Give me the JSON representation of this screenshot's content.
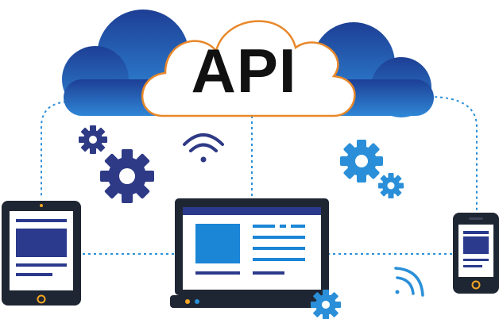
{
  "cloud": {
    "label": "API",
    "colors": {
      "outer": "#1d56a5",
      "outer_light": "#2f7fd1",
      "inner_fill": "#ffffff",
      "inner_stroke": "#e8882a"
    }
  },
  "devices": [
    {
      "kind": "tablet",
      "screen_content": "card-with-lines"
    },
    {
      "kind": "laptop",
      "screen_content": "image-and-text"
    },
    {
      "kind": "smartphone",
      "screen_content": "card-with-lines"
    }
  ],
  "icons": [
    "gear-icon",
    "wifi-icon",
    "wireless-signal-icon"
  ],
  "colors": {
    "device_frame": "#1f2633",
    "navy": "#2b3a8c",
    "blue": "#1b85d6",
    "connector": "#2a8fd8",
    "gear_light": "#2a8fd8",
    "gear_dark": "#2e3a86",
    "led": "#f5a623"
  }
}
